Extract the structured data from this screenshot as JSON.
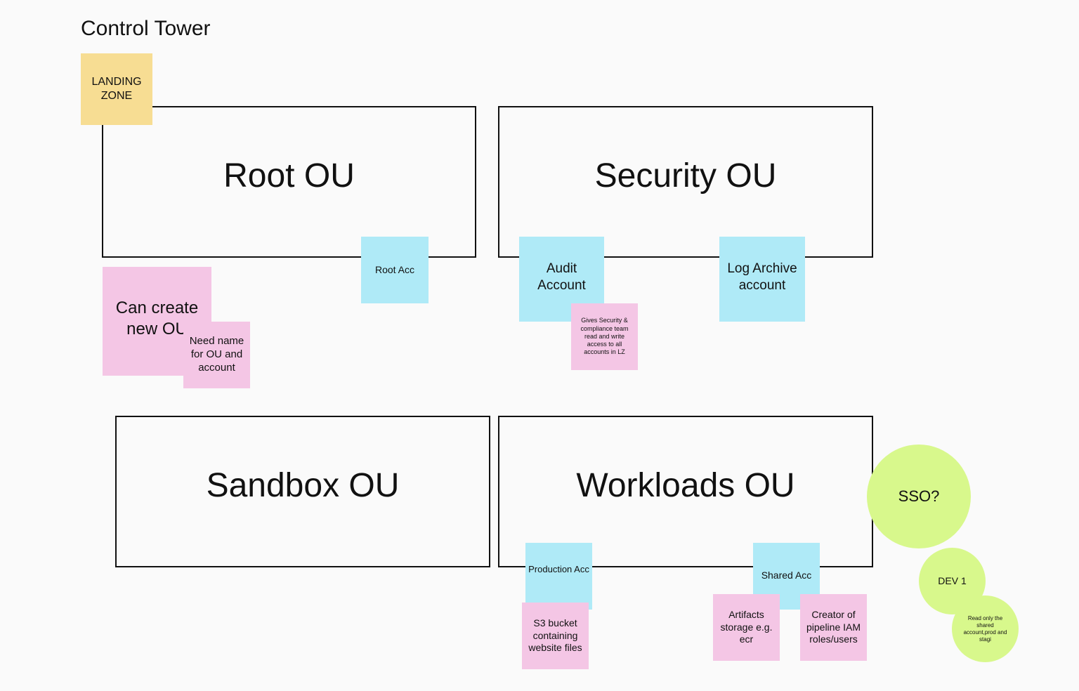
{
  "board": {
    "title": "Control Tower"
  },
  "ous": {
    "root": "Root OU",
    "security": "Security OU",
    "sandbox": "Sandbox OU",
    "workloads": "Workloads OU"
  },
  "stickies": {
    "landing_zone": "LANDING ZONE",
    "root_acc": "Root Acc",
    "can_create": "Can create new OU",
    "need_name": "Need name for OU and account",
    "audit": "Audit Account",
    "log_archive": "Log Archive account",
    "gives_security": "Gives Security & compliance team read and write access to all accounts in LZ",
    "production": "Production Acc",
    "s3_bucket": "S3 bucket containing website files",
    "shared": "Shared Acc",
    "artifacts": "Artifacts storage e.g. ecr",
    "creator": "Creator of pipeline IAM roles/users"
  },
  "circles": {
    "sso": "SSO?",
    "dev1": "DEV 1",
    "read_only": "Read only the shared account,prod and stagi"
  },
  "colors": {
    "yellow": "#f7dd93",
    "blue": "#afeaf7",
    "pink": "#f4c6e5",
    "green": "#d8f88c"
  }
}
